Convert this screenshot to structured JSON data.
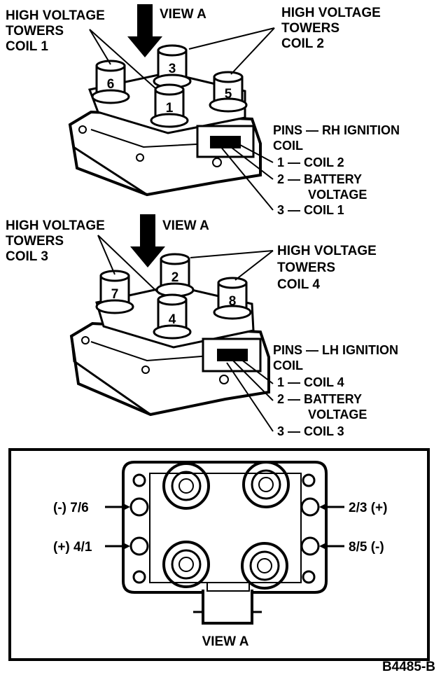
{
  "top": {
    "hv_left": [
      "HIGH VOLTAGE",
      "TOWERS",
      "COIL 1"
    ],
    "view": "VIEW A",
    "hv_right": [
      "HIGH VOLTAGE",
      "TOWERS",
      "COIL 2"
    ],
    "towers": [
      "3",
      "6",
      "5",
      "1"
    ],
    "pins_title": [
      "PINS — RH IGNITION",
      "COIL"
    ],
    "pins": [
      "1 — COIL 2",
      "2 — BATTERY",
      "VOLTAGE",
      "3 — COIL 1"
    ]
  },
  "middle": {
    "hv_left": [
      "HIGH VOLTAGE",
      "TOWERS",
      "COIL 3"
    ],
    "view": "VIEW A",
    "hv_right": [
      "HIGH VOLTAGE",
      "TOWERS",
      "COIL 4"
    ],
    "towers": [
      "2",
      "7",
      "8",
      "4"
    ],
    "pins_title": [
      "PINS — LH IGNITION",
      "COIL"
    ],
    "pins": [
      "1 — COIL 4",
      "2 — BATTERY",
      "VOLTAGE",
      "3 — COIL 3"
    ]
  },
  "view_box": {
    "left_top": "(-) 7/6",
    "left_bottom": "(+) 4/1",
    "right_top": "2/3 (+)",
    "right_bottom": "8/5 (-)",
    "caption": "VIEW A"
  },
  "figure_id": "B4485-B"
}
